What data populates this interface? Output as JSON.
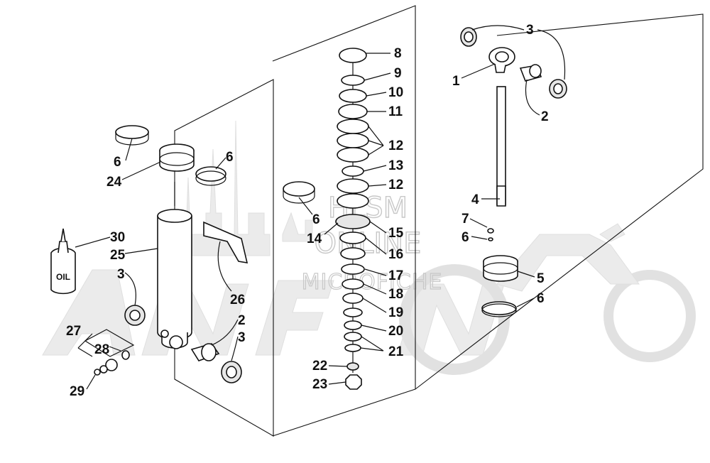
{
  "watermark": {
    "line1": "HLSM",
    "line2": "ONLINE",
    "line3": "MICROFICHE"
  },
  "bottle_label": "OIL",
  "callouts": {
    "c1": "1",
    "c2a": "2",
    "c2b": "2",
    "c3a": "3",
    "c3b": "3",
    "c3c": "3",
    "c4": "4",
    "c5": "5",
    "c6a": "6",
    "c6b": "6",
    "c6c": "6",
    "c6d": "6",
    "c6e": "6",
    "c7": "7",
    "c8": "8",
    "c9": "9",
    "c10": "10",
    "c11": "11",
    "c12a": "12",
    "c12b": "12",
    "c13": "13",
    "c14": "14",
    "c15": "15",
    "c16": "16",
    "c17": "17",
    "c18": "18",
    "c19": "19",
    "c20": "20",
    "c21": "21",
    "c22": "22",
    "c23": "23",
    "c24": "24",
    "c25": "25",
    "c26": "26",
    "c27": "27",
    "c28": "28",
    "c29": "29",
    "c30": "30"
  }
}
